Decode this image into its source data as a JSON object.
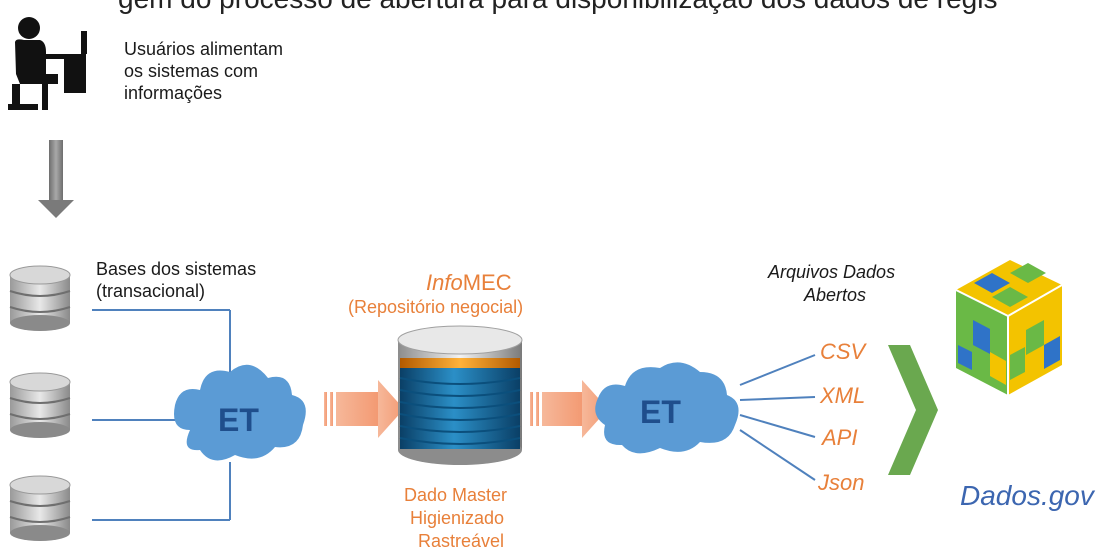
{
  "header_line": "gem do processo de abertura para disponibilização dos dados de regis",
  "user": {
    "caption_lines": [
      "Usuários alimentam",
      "os sistemas com",
      "informações"
    ],
    "icon": "person-at-computer-icon"
  },
  "sources": {
    "caption_lines": [
      "Bases dos sistemas",
      "(transacional)"
    ],
    "icon": "database-icon"
  },
  "et1": {
    "label": "ET",
    "icon": "cloud-icon"
  },
  "et2": {
    "label": "ET",
    "icon": "cloud-icon"
  },
  "infomec": {
    "title_italic": "Info",
    "title_rest": "MEC",
    "subtitle": "(Repositório negocial)",
    "bottom_lines": [
      "Dado Master",
      "Higienizado",
      "Rastreável"
    ]
  },
  "open_files": {
    "caption_lines": [
      "Arquivos Dados",
      "Abertos"
    ],
    "formats": [
      "CSV",
      "XML",
      "API",
      "Json"
    ]
  },
  "portal": {
    "label": "Dados.gov",
    "icon": "rubik-cube-icon"
  },
  "colors": {
    "orange": "#e8803a",
    "cloud_blue": "#5b9bd5",
    "line_blue": "#4f81bd",
    "green_chevron": "#6aa84f",
    "portal_blue": "#3c66b0"
  }
}
